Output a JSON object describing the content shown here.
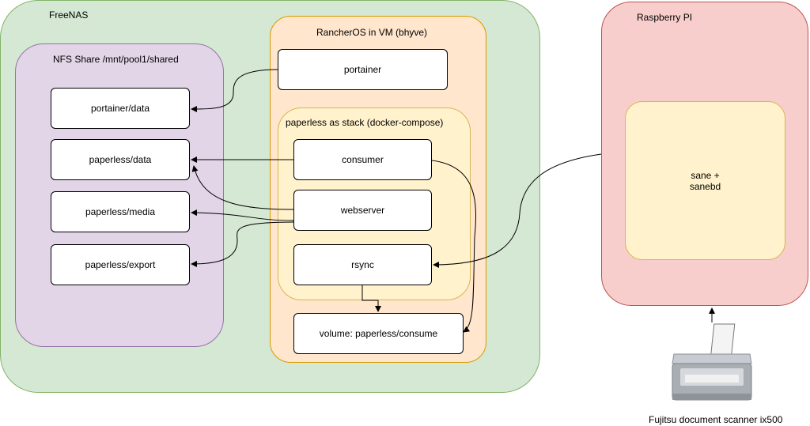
{
  "colors": {
    "freenas_fill": "#d5e8d4",
    "freenas_stroke": "#82b366",
    "nfs_fill": "#e1d5e7",
    "nfs_stroke": "#9673a6",
    "rancher_fill": "#ffe6cc",
    "rancher_stroke": "#d79b00",
    "stack_fill": "#fff2cc",
    "stack_stroke": "#d6b656",
    "pi_fill": "#f8cecc",
    "pi_stroke": "#b85450",
    "edge": "#000000"
  },
  "containers": {
    "freenas": "FreeNAS",
    "nfs_share": "NFS Share /mnt/pool1/shared",
    "rancheros": "RancherOS in VM (bhyve)",
    "paperless_stack": "paperless as stack (docker-compose)",
    "raspberry_pi": "Raspberry PI"
  },
  "nodes": {
    "portainer_data": "portainer/data",
    "paperless_data": "paperless/data",
    "paperless_media": "paperless/media",
    "paperless_export": "paperless/export",
    "portainer": "portainer",
    "consumer": "consumer",
    "webserver": "webserver",
    "rsync": "rsync",
    "volume_consume": "volume: paperless/consume",
    "sane": "sane +\nsanebd"
  },
  "scanner": {
    "icon": "scanner-icon",
    "label": "Fujitsu document scanner ix500"
  }
}
